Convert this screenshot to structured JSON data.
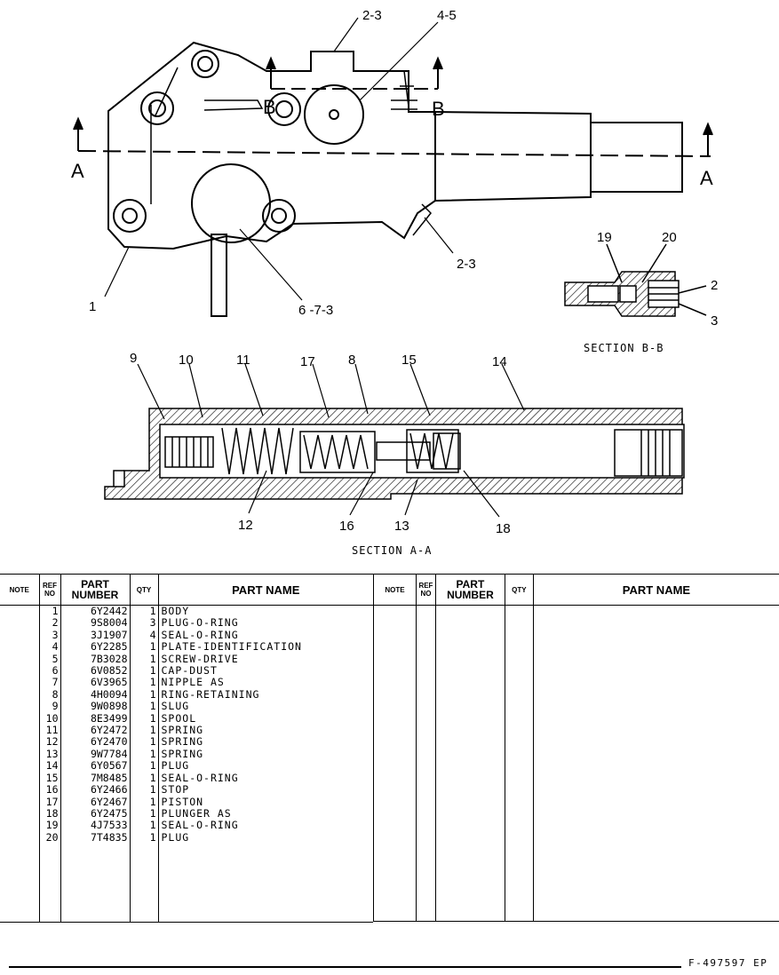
{
  "drawing": {
    "top_view_callouts": {
      "c2_3_top": "2-3",
      "c4_5": "4-5",
      "section_b_left": "B",
      "section_b_right": "B",
      "section_a_left": "A",
      "section_a_right": "A",
      "c2_3_right": "2-3",
      "c1": "1",
      "c6_7_3": "6 -7-3"
    },
    "section_bb": {
      "c19": "19",
      "c20": "20",
      "c2": "2",
      "c3": "3",
      "caption": "SECTION B-B"
    },
    "section_aa": {
      "c9": "9",
      "c10": "10",
      "c11": "11",
      "c17": "17",
      "c8": "8",
      "c15": "15",
      "c14": "14",
      "c12": "12",
      "c16": "16",
      "c13": "13",
      "c18": "18",
      "caption": "SECTION A-A"
    }
  },
  "table": {
    "headers": {
      "note": "NOTE",
      "ref_line1": "REF",
      "ref_line2": "NO",
      "part_line1": "PART",
      "part_line2": "NUMBER",
      "qty": "QTY",
      "name": "PART NAME"
    },
    "rows": [
      {
        "ref": "1",
        "part": "6Y2442",
        "qty": "1",
        "name": "BODY"
      },
      {
        "ref": "2",
        "part": "9S8004",
        "qty": "3",
        "name": "PLUG-O-RING"
      },
      {
        "ref": "3",
        "part": "3J1907",
        "qty": "4",
        "name": "SEAL-O-RING"
      },
      {
        "ref": "4",
        "part": "6Y2285",
        "qty": "1",
        "name": "PLATE-IDENTIFICATION"
      },
      {
        "ref": "5",
        "part": "7B3028",
        "qty": "1",
        "name": "SCREW-DRIVE"
      },
      {
        "ref": "6",
        "part": "6V0852",
        "qty": "1",
        "name": "CAP-DUST"
      },
      {
        "ref": "7",
        "part": "6V3965",
        "qty": "1",
        "name": "NIPPLE AS"
      },
      {
        "ref": "8",
        "part": "4H0094",
        "qty": "1",
        "name": "RING-RETAINING"
      },
      {
        "ref": "9",
        "part": "9W0898",
        "qty": "1",
        "name": "SLUG"
      },
      {
        "ref": "10",
        "part": "8E3499",
        "qty": "1",
        "name": "SPOOL"
      },
      {
        "ref": "11",
        "part": "6Y2472",
        "qty": "1",
        "name": "SPRING"
      },
      {
        "ref": "12",
        "part": "6Y2470",
        "qty": "1",
        "name": "SPRING"
      },
      {
        "ref": "13",
        "part": "9W7784",
        "qty": "1",
        "name": "SPRING"
      },
      {
        "ref": "14",
        "part": "6Y0567",
        "qty": "1",
        "name": "PLUG"
      },
      {
        "ref": "15",
        "part": "7M8485",
        "qty": "1",
        "name": "SEAL-O-RING"
      },
      {
        "ref": "16",
        "part": "6Y2466",
        "qty": "1",
        "name": "STOP"
      },
      {
        "ref": "17",
        "part": "6Y2467",
        "qty": "1",
        "name": "PISTON"
      },
      {
        "ref": "18",
        "part": "6Y2475",
        "qty": "1",
        "name": "PLUNGER AS"
      },
      {
        "ref": "19",
        "part": "4J7533",
        "qty": "1",
        "name": "SEAL-O-RING"
      },
      {
        "ref": "20",
        "part": "7T4835",
        "qty": "1",
        "name": "PLUG"
      }
    ]
  },
  "footer": {
    "doc_id": "F-497597 EP"
  }
}
